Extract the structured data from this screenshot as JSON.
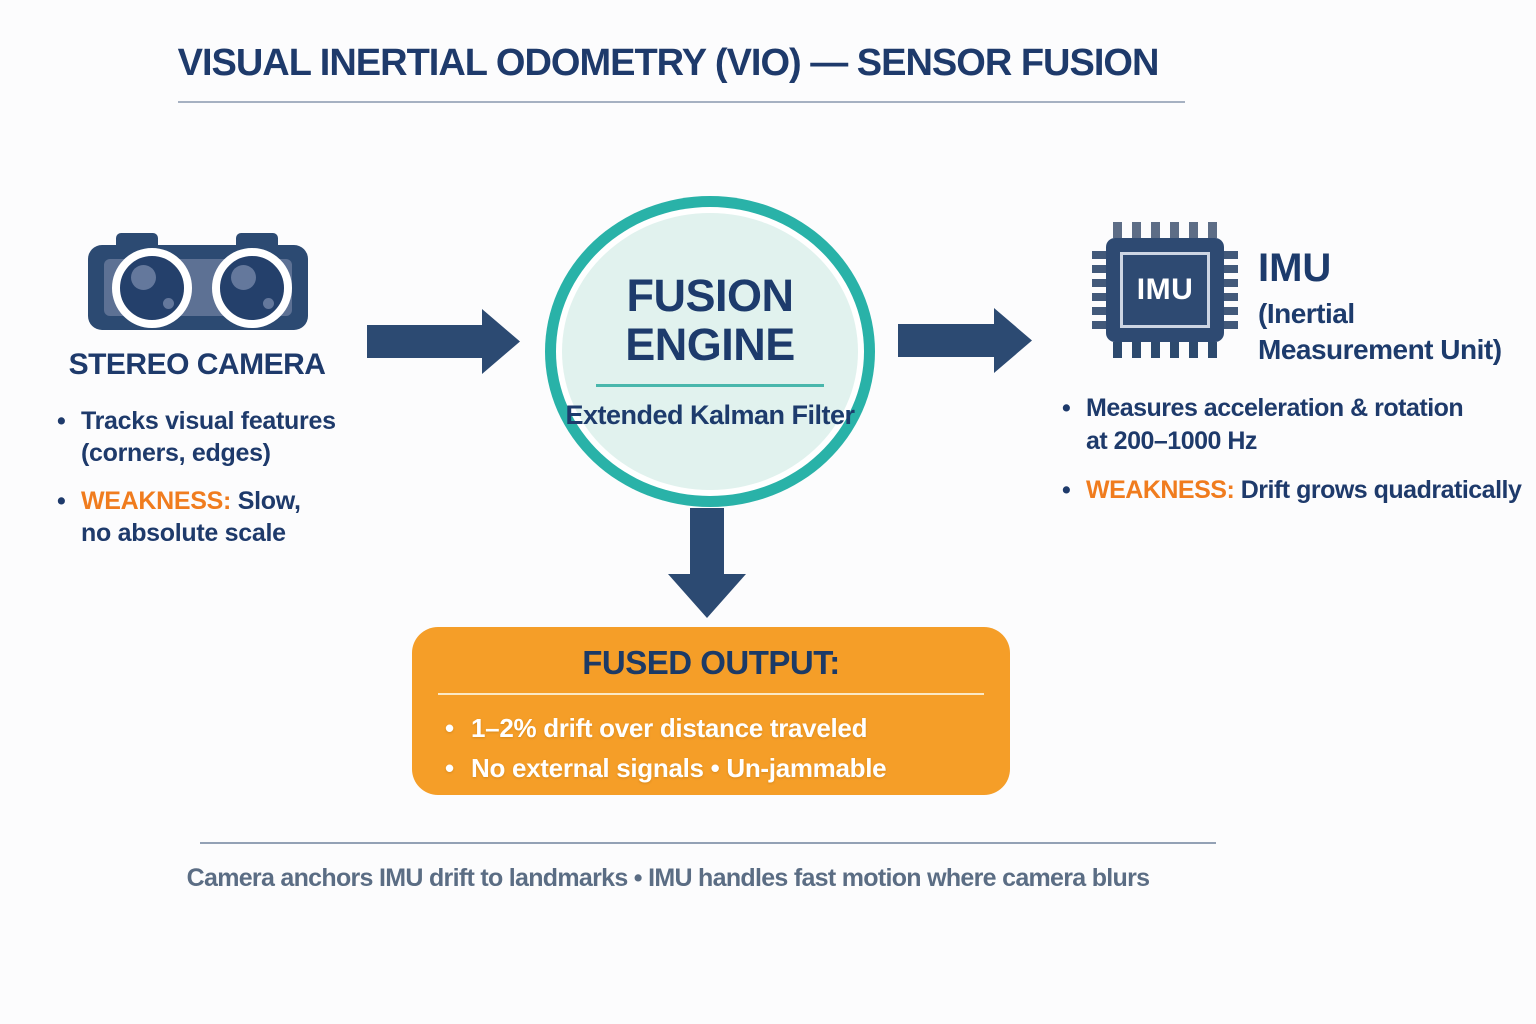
{
  "title": "VISUAL INERTIAL ODOMETRY (VIO) — SENSOR FUSION",
  "colors": {
    "navy_text": "#1e3a6b",
    "orange_accent": "#f07c1e",
    "orange_box": "#f59e28",
    "teal_ring": "#29b2a8",
    "mint_fill": "#e1f2ee",
    "arrow_navy": "#2c4a72",
    "slate_footer": "#5b6d84",
    "white": "#ffffff"
  },
  "camera": {
    "label": "STEREO CAMERA",
    "icon": "stereo-camera-icon",
    "bullets": [
      {
        "marker": "•",
        "prefix": "",
        "line1": "Tracks visual features",
        "line2": "(corners, edges)"
      },
      {
        "marker": "•",
        "prefix": "WEAKNESS:",
        "line1": "Slow,",
        "line2": "no absolute scale"
      }
    ]
  },
  "fusion": {
    "heading_line1": "FUSION",
    "heading_line2": "ENGINE",
    "subtitle": "Extended Kalman Filter"
  },
  "imu": {
    "icon": "imu-chip-icon",
    "chip_label": "IMU",
    "title": "IMU",
    "subtitle_line1": "(Inertial",
    "subtitle_line2": "Measurement Unit)",
    "bullets": [
      {
        "marker": "•",
        "prefix": "",
        "line1": "Measures acceleration & rotation",
        "line2": "at 200–1000 Hz"
      },
      {
        "marker": "•",
        "prefix": "WEAKNESS:",
        "line1": "Drift grows quadratically",
        "line2": ""
      }
    ]
  },
  "fused_output": {
    "heading": "FUSED OUTPUT:",
    "bullets": [
      {
        "marker": "•",
        "text": "1–2% drift over distance traveled"
      },
      {
        "marker": "•",
        "text": "No external signals  •  Un-jammable"
      }
    ]
  },
  "footer": "Camera anchors IMU drift to landmarks • IMU handles fast motion where camera blurs"
}
